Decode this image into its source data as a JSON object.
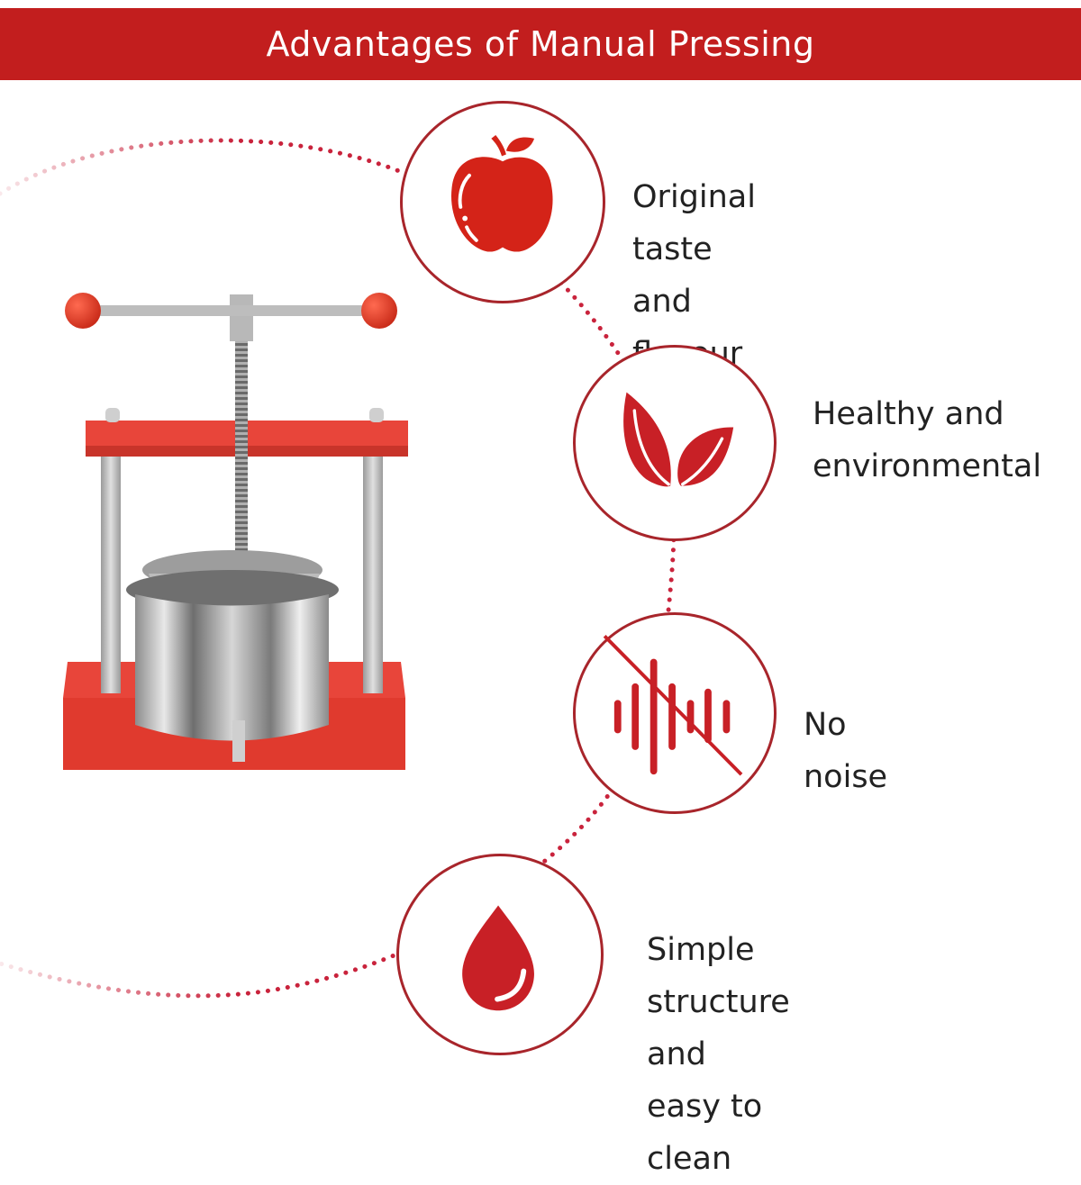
{
  "banner": {
    "title": "Advantages of Manual Pressing",
    "background_color": "#c21e1e",
    "text_color": "#ffffff"
  },
  "colors": {
    "accent": "#c21e1e",
    "icon_red": "#d42318",
    "circle_border": "#a8252b",
    "dot": "#c9233c",
    "text": "#222222"
  },
  "product_image": {
    "label": "manual fruit press (red frame, stainless steel basket, T-handle screw)"
  },
  "features": [
    {
      "icon": "apple-icon",
      "text_lines": [
        "Original taste and flavour"
      ]
    },
    {
      "icon": "leaves-icon",
      "text_lines": [
        "Healthy and",
        "environmental"
      ]
    },
    {
      "icon": "no-sound-icon",
      "text_lines": [
        "No noise"
      ]
    },
    {
      "icon": "water-drop-icon",
      "text_lines": [
        "Simple structure",
        "and easy to clean"
      ]
    }
  ]
}
